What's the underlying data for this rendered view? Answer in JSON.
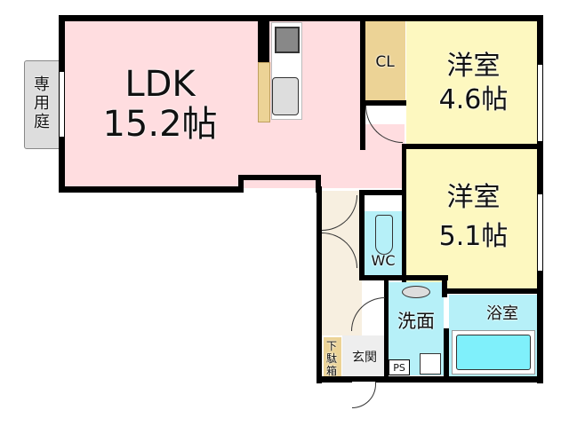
{
  "floor_plan": {
    "colors": {
      "ldk": "#ffdde0",
      "western_room": "#fdf8c0",
      "closet": "#ecd396",
      "water": "#b6f0f8",
      "bathtub": "#7ff0fb",
      "entrance": "#eeeeee",
      "hallway": "#f7efe0",
      "garden": "#dddddd",
      "wall": "#000000"
    },
    "rooms": {
      "ldk": {
        "name": "LDK",
        "size": "15.2帖"
      },
      "western1": {
        "name": "洋室",
        "size": "4.6帖"
      },
      "western2": {
        "name": "洋室",
        "size": "5.1帖"
      },
      "closet": {
        "name": "CL"
      },
      "wc": {
        "name": "WC"
      },
      "washroom": {
        "name": "洗面"
      },
      "bathroom": {
        "name": "浴室"
      },
      "entrance": {
        "name": "玄関"
      },
      "shoe_box": {
        "name": "下駄箱"
      },
      "ps": {
        "name": "PS"
      },
      "garden": {
        "name": "専用庭"
      }
    }
  }
}
